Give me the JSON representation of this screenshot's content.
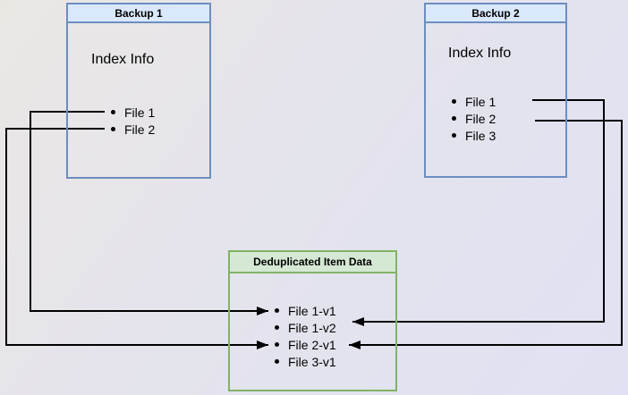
{
  "colors": {
    "blue_border": "#6c8ebf",
    "blue_fill": "#dae8fc",
    "green_border": "#82b366",
    "green_fill": "#d5e8d4",
    "line": "#000000"
  },
  "backup1": {
    "title": "Backup 1",
    "index_label": "Index Info",
    "files": [
      "File 1",
      "File 2"
    ]
  },
  "backup2": {
    "title": "Backup 2",
    "index_label": "Index Info",
    "files": [
      "File 1",
      "File 2",
      "File 3"
    ]
  },
  "dedup": {
    "title": "Deduplicated Item Data",
    "items": [
      "File 1-v1",
      "File 1-v2",
      "File 2-v1",
      "File 3-v1"
    ]
  },
  "arrows": [
    {
      "from": "Backup 1 / File 1",
      "to": "File 1-v1"
    },
    {
      "from": "Backup 1 / File 2",
      "to": "File 2-v1"
    },
    {
      "from": "Backup 2 / File 1",
      "to": "File 1-v2"
    },
    {
      "from": "Backup 2 / File 2",
      "to": "File 2-v1"
    }
  ]
}
